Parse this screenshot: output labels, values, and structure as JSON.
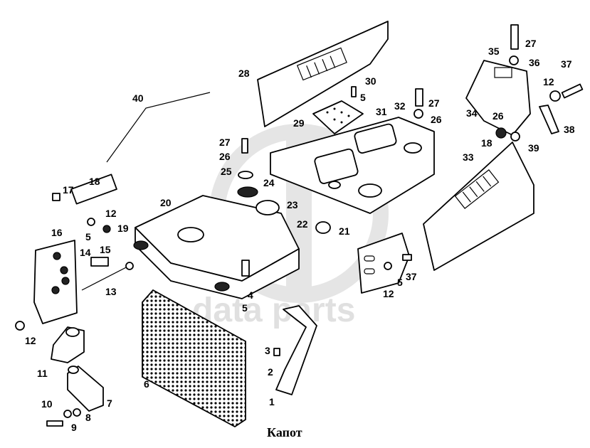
{
  "caption": "Капот",
  "watermark": "data parts",
  "parts": [
    {
      "id": "1",
      "label": "1"
    },
    {
      "id": "2",
      "label": "2"
    },
    {
      "id": "3",
      "label": "3"
    },
    {
      "id": "4",
      "label": "4"
    },
    {
      "id": "5a",
      "label": "5"
    },
    {
      "id": "5b",
      "label": "5"
    },
    {
      "id": "5c",
      "label": "5"
    },
    {
      "id": "5d",
      "label": "5"
    },
    {
      "id": "6",
      "label": "6"
    },
    {
      "id": "7",
      "label": "7"
    },
    {
      "id": "8",
      "label": "8"
    },
    {
      "id": "9",
      "label": "9"
    },
    {
      "id": "10",
      "label": "10"
    },
    {
      "id": "11",
      "label": "11"
    },
    {
      "id": "12a",
      "label": "12"
    },
    {
      "id": "12b",
      "label": "12"
    },
    {
      "id": "12c",
      "label": "12"
    },
    {
      "id": "12d",
      "label": "12"
    },
    {
      "id": "13",
      "label": "13"
    },
    {
      "id": "14",
      "label": "14"
    },
    {
      "id": "15",
      "label": "15"
    },
    {
      "id": "16",
      "label": "16"
    },
    {
      "id": "17",
      "label": "17"
    },
    {
      "id": "18a",
      "label": "18"
    },
    {
      "id": "18b",
      "label": "18"
    },
    {
      "id": "19",
      "label": "19"
    },
    {
      "id": "20",
      "label": "20"
    },
    {
      "id": "21",
      "label": "21"
    },
    {
      "id": "22",
      "label": "22"
    },
    {
      "id": "23",
      "label": "23"
    },
    {
      "id": "24",
      "label": "24"
    },
    {
      "id": "25",
      "label": "25"
    },
    {
      "id": "26a",
      "label": "26"
    },
    {
      "id": "26b",
      "label": "26"
    },
    {
      "id": "26c",
      "label": "26"
    },
    {
      "id": "27a",
      "label": "27"
    },
    {
      "id": "27b",
      "label": "27"
    },
    {
      "id": "27c",
      "label": "27"
    },
    {
      "id": "28",
      "label": "28"
    },
    {
      "id": "29",
      "label": "29"
    },
    {
      "id": "30",
      "label": "30"
    },
    {
      "id": "31",
      "label": "31"
    },
    {
      "id": "32",
      "label": "32"
    },
    {
      "id": "33",
      "label": "33"
    },
    {
      "id": "34",
      "label": "34"
    },
    {
      "id": "35",
      "label": "35"
    },
    {
      "id": "36",
      "label": "36"
    },
    {
      "id": "37a",
      "label": "37"
    },
    {
      "id": "37b",
      "label": "37"
    },
    {
      "id": "38",
      "label": "38"
    },
    {
      "id": "39",
      "label": "39"
    },
    {
      "id": "40",
      "label": "40"
    }
  ]
}
